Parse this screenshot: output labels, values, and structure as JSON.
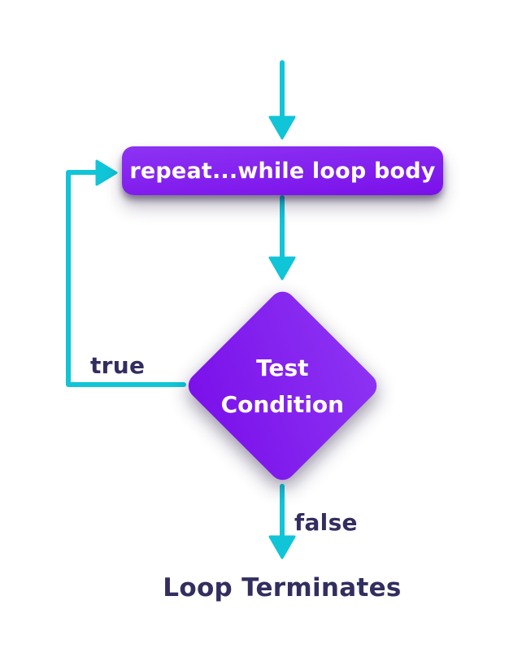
{
  "flowchart": {
    "nodes": {
      "loop_body": {
        "label": "repeat...while loop body"
      },
      "test_condition": {
        "line1": "Test",
        "line2": "Condition"
      }
    },
    "edge_labels": {
      "true": "true",
      "false": "false"
    },
    "terminal_label": "Loop Terminates"
  },
  "colors": {
    "grad-start": "#8d33f3",
    "grad-end": "#7a10ea",
    "arrow": "#10c5d7",
    "label-text": "#322e5f",
    "node-text": "#ffffff",
    "bg": "#ffffff"
  }
}
